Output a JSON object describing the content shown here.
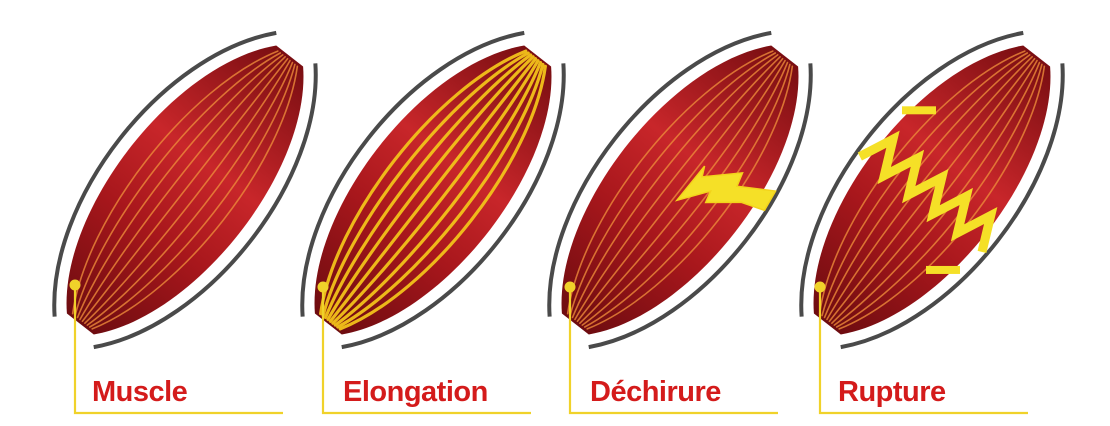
{
  "colors": {
    "muscle": "#a8171c",
    "muscle_dark": "#6e0c10",
    "muscle_light": "#c8262a",
    "fiber": "#ec8a3a",
    "fiber_stretched": "#f2c21a",
    "tear": "#f5e027",
    "membrane": "#4a4a4a",
    "leader_line": "#f0d22a",
    "label_text": "#d41b1b"
  },
  "panels": [
    {
      "id": "muscle",
      "label": "Muscle",
      "state": "normal"
    },
    {
      "id": "elongation",
      "label": "Elongation",
      "state": "stretched"
    },
    {
      "id": "dechirure",
      "label": "Déchirure",
      "state": "partial-tear"
    },
    {
      "id": "rupture",
      "label": "Rupture",
      "state": "full-rupture"
    }
  ]
}
